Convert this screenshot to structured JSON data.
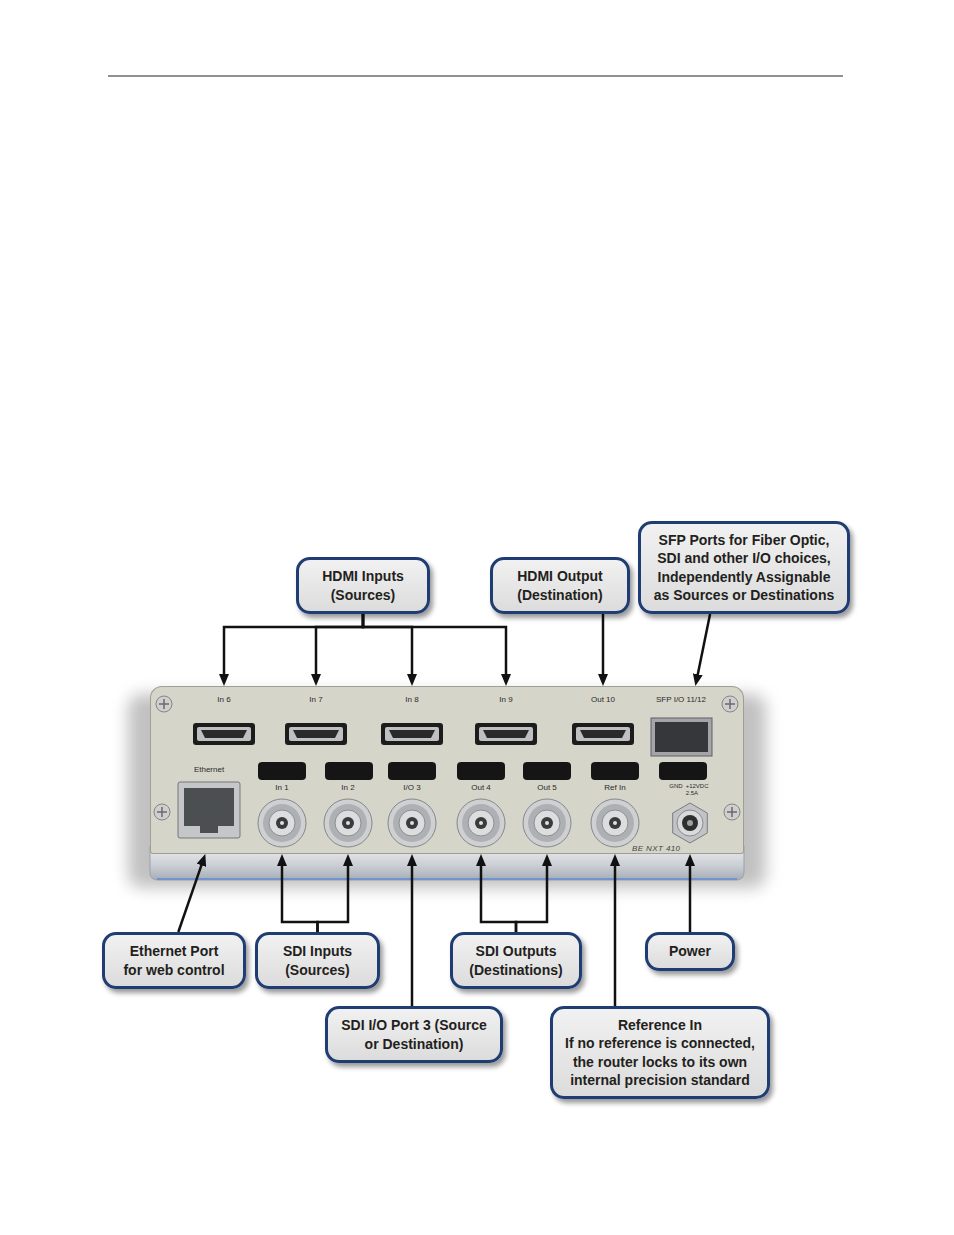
{
  "diagram": {
    "nodes": [
      {
        "text": [
          "HDMI Inputs (Sources)"
        ]
      },
      {
        "text": [
          "HDMI Output (Destination)"
        ]
      },
      {
        "text": [
          "SFP Ports for Fiber Optic, SDI and other I/O choices, Independently Assignable as Sources or Destinations"
        ]
      },
      {
        "text": [
          "BE NXT 410"
        ]
      },
      {
        "text": [
          "In 6"
        ],
        "in": 3
      },
      {
        "text": [
          "In 7"
        ],
        "in": 3
      },
      {
        "text": [
          "In 8"
        ],
        "in": 3
      },
      {
        "text": [
          "In 9"
        ],
        "in": 3
      },
      {
        "text": [
          "Out 10"
        ],
        "in": 3
      },
      {
        "text": [
          "SFP I/O 11/12"
        ],
        "in": 3
      },
      {
        "text": [
          "Ethernet"
        ],
        "in": 3
      },
      {
        "text": [
          "In 1"
        ],
        "in": 3
      },
      {
        "text": [
          "In 2"
        ],
        "in": 3
      },
      {
        "text": [
          "I/O 3"
        ],
        "in": 3
      },
      {
        "text": [
          "Out 4"
        ],
        "in": 3
      },
      {
        "text": [
          "Out 5"
        ],
        "in": 3
      },
      {
        "text": [
          "Ref In"
        ],
        "in": 3
      },
      {
        "text": [
          "GND",
          "+12VDC 2.5A"
        ],
        "in": 3
      },
      {
        "text": [
          "Ethernet Port for web control"
        ]
      },
      {
        "text": [
          "SDI Inputs (Sources)"
        ]
      },
      {
        "text": [
          "SDI Outputs (Destinations)"
        ]
      },
      {
        "text": [
          "Power"
        ]
      },
      {
        "text": [
          "SDI I/O Port 3 (Source or Destination)"
        ]
      },
      {
        "text": [
          "Reference In",
          "If no reference is connected, the router locks to its own internal precision standard"
        ]
      }
    ],
    "edges": [
      {
        "from": 0,
        "to": 4,
        "arrow": "to"
      },
      {
        "from": 0,
        "to": 5,
        "arrow": "to"
      },
      {
        "from": 0,
        "to": 6,
        "arrow": "to"
      },
      {
        "from": 0,
        "to": 7,
        "arrow": "to"
      },
      {
        "from": 1,
        "to": 8,
        "arrow": "to"
      },
      {
        "from": 2,
        "to": 9,
        "arrow": "to"
      },
      {
        "from": 18,
        "to": 10,
        "arrow": "to"
      },
      {
        "from": 19,
        "to": 11,
        "arrow": "to"
      },
      {
        "from": 19,
        "to": 12,
        "arrow": "to"
      },
      {
        "from": 22,
        "to": 13,
        "arrow": "to"
      },
      {
        "from": 20,
        "to": 14,
        "arrow": "to"
      },
      {
        "from": 20,
        "to": 15,
        "arrow": "to"
      },
      {
        "from": 23,
        "to": 16,
        "arrow": "to"
      },
      {
        "from": 21,
        "to": 17,
        "arrow": "to"
      }
    ]
  }
}
